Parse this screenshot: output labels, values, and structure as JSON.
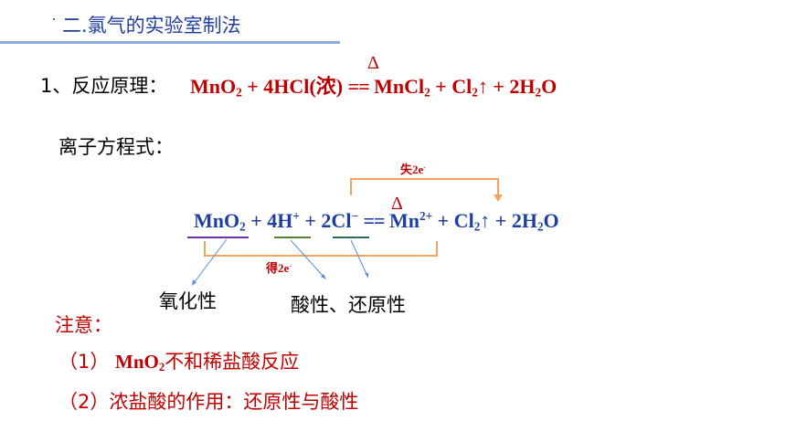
{
  "header": {
    "title": "二.氯气的实验室制法",
    "line_color": "#8ea9db",
    "title_color": "#1f3fa0"
  },
  "reaction": {
    "label": "1、反应原理：",
    "mno2": "MnO",
    "sub2": "2",
    "plus1": " + 4HCl(浓) ",
    "heat": "Δ",
    "eq": "==",
    "mncl": " MnCl",
    "plus2": " + Cl",
    "up": "↑ + 2H",
    "o": "O"
  },
  "ionic": {
    "label": "离子方程式：",
    "lose_label": "失2e",
    "gain_label": "得2e",
    "e_sup": "-",
    "mno2": "MnO",
    "sub2": "2",
    "h": " + 4H",
    "h_sup": "+",
    "cl": " + 2Cl",
    "cl_sup": "−",
    "heat": "Δ",
    "eq": "==",
    "mn": " Mn",
    "mn_sup": "2+",
    "cl2": " + Cl",
    "up": "↑ + 2H",
    "o": "O"
  },
  "annotations": {
    "oxidizing": "氧化性",
    "acid_reducing": "酸性、还原性"
  },
  "notes": {
    "title": "注意：",
    "item1_prefix": "（1） ",
    "item1_mno": "MnO",
    "item1_sub": "2",
    "item1_text": "不和稀盐酸反应",
    "item2": "（2）浓盐酸的作用：还原性与酸性"
  },
  "colors": {
    "red": "#c00000",
    "blue": "#1f3fa0",
    "orange": "#f4a460",
    "purple": "#7030a0",
    "green": "#548235",
    "teal": "#2e6b5e",
    "pointer": "#5b8fd6"
  }
}
